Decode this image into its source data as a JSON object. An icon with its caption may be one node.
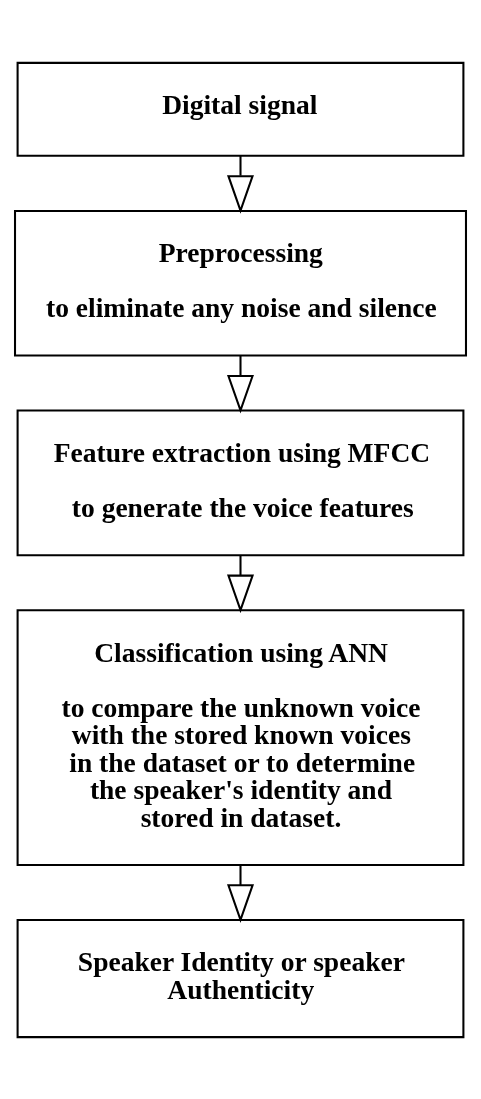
{
  "diagram": {
    "nodes": [
      {
        "text": [
          "Digital signal"
        ]
      },
      {
        "text": [
          "Preprocessing",
          "to eliminate any noise and silence"
        ]
      },
      {
        "text": [
          "Feature extraction using MFCC",
          "to generate the voice features"
        ]
      },
      {
        "text": [
          "Classification using ANN",
          "to compare the unknown voice with the stored known voices in the dataset or to determine the speaker's identity and stored in dataset."
        ]
      },
      {
        "text": [
          "Speaker Identity or speaker Authenticity"
        ]
      }
    ],
    "edges": [
      {
        "from": 0,
        "to": 1,
        "arrow": "to"
      },
      {
        "from": 1,
        "to": 2,
        "arrow": "to"
      },
      {
        "from": 2,
        "to": 3,
        "arrow": "to"
      },
      {
        "from": 3,
        "to": 4,
        "arrow": "to"
      }
    ]
  }
}
